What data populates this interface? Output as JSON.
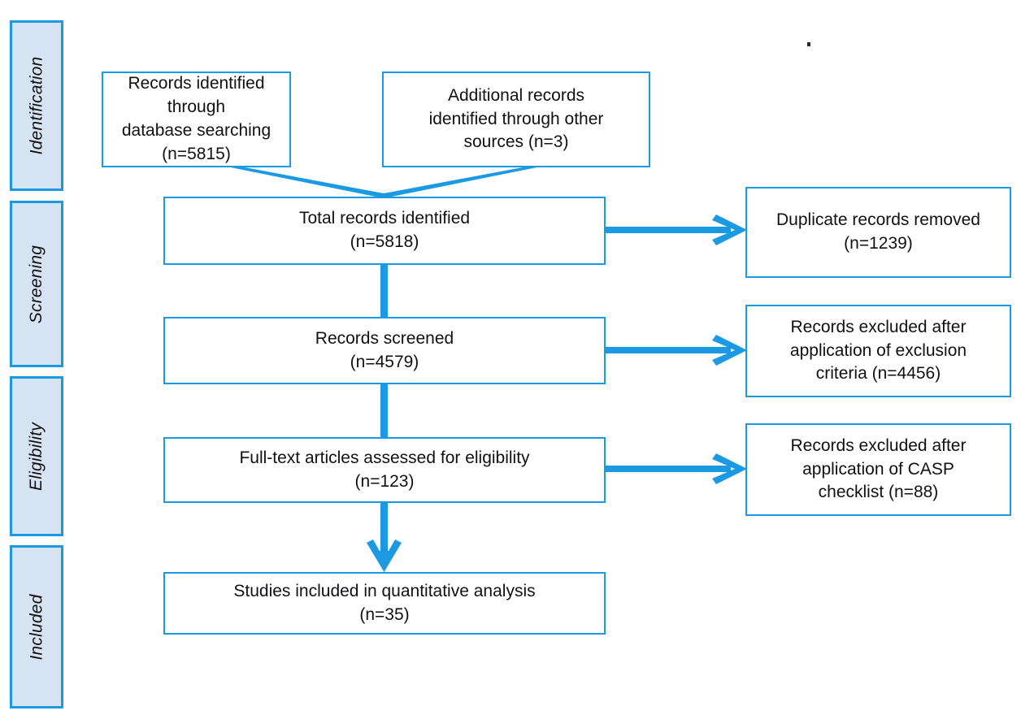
{
  "diagram": {
    "title": "PRISMA flow diagram",
    "accent_color": "#1b9ae3",
    "stage_fill_color": "#d6e3f3",
    "text_color": "#111111",
    "background_color": "#ffffff"
  },
  "stages": [
    {
      "label": "Identification"
    },
    {
      "label": "Screening"
    },
    {
      "label": "Eligibility"
    },
    {
      "label": "Included"
    }
  ],
  "boxes": {
    "database_search": {
      "line1": "Records identified through",
      "line2": "database searching",
      "line3": "(n=5815)"
    },
    "other_sources": {
      "line1": "Additional records",
      "line2": "identified through other",
      "line3": "sources (n=3)"
    },
    "total_records": {
      "line1": "Total records identified",
      "line2": "(n=5818)"
    },
    "duplicates_removed": {
      "line1": "Duplicate records removed",
      "line2": "(n=1239)"
    },
    "records_screened": {
      "line1": "Records screened",
      "line2": "(n=4579)"
    },
    "excluded_criteria": {
      "line1": "Records excluded after",
      "line2": "application of exclusion",
      "line3": "criteria (n=4456)"
    },
    "fulltext_assessed": {
      "line1": "Full-text articles assessed for eligibility",
      "line2": "(n=123)"
    },
    "excluded_casp": {
      "line1": "Records excluded after",
      "line2": "application of CASP",
      "line3": "checklist (n=88)"
    },
    "studies_included": {
      "line1": "Studies included in quantitative  analysis",
      "line2": "(n=35)"
    }
  },
  "marks": {
    "stray_period": "."
  }
}
